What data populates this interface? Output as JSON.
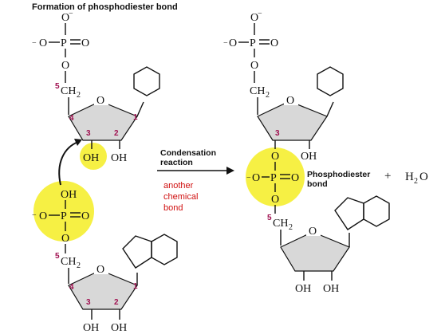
{
  "title": "Formation of phosphodiester bond",
  "left": {
    "top_phosphate": {
      "o_minus_top": "O",
      "minus": "−",
      "o_left": "O",
      "p": "P",
      "o_right": "O",
      "o_bottom": "O"
    },
    "top_sugar": {
      "c5": "5",
      "ch2": "CH",
      "sub2": "2",
      "ring_o": "O",
      "c4": "4",
      "c3": "3",
      "c2": "2",
      "c1": "1",
      "oh3": "OH",
      "oh2": "OH"
    },
    "bottom_phosphate": {
      "oh": "OH",
      "o_left": "O",
      "p": "P",
      "o_right": "O",
      "o_bottom": "O"
    },
    "bottom_sugar": {
      "c5": "5",
      "ch2": "CH",
      "sub2": "2",
      "ring_o": "O",
      "c4": "4",
      "c3": "3",
      "c2": "2",
      "c1": "1",
      "oh3": "OH",
      "oh2": "OH"
    }
  },
  "middle": {
    "reaction_label_1": "Condensation",
    "reaction_label_2": "reaction",
    "red_note_1": "another",
    "red_note_2": "chemical",
    "red_note_3": "bond"
  },
  "right": {
    "top_phosphate": {
      "o_minus_top": "O",
      "o_left": "O",
      "p": "P",
      "o_right": "O",
      "o_bottom": "O"
    },
    "top_sugar": {
      "ch2": "CH",
      "sub2": "2",
      "ring_o": "O",
      "c3": "3",
      "oh2": "OH"
    },
    "link": {
      "o_top": "O",
      "o_left": "O",
      "p": "P",
      "o_right": "O",
      "o_bottom": "O"
    },
    "bond_label_1": "Phosphodiester",
    "bond_label_2": "bond",
    "plus": "+",
    "water": "H",
    "water_sub": "2",
    "water_o": "O",
    "bottom_sugar": {
      "c5": "5",
      "ch2": "CH",
      "sub2": "2",
      "ring_o": "O",
      "oh3": "OH",
      "oh2": "OH"
    }
  },
  "colors": {
    "highlight": "#f5ef3a",
    "sugar_fill": "#d8d8d8",
    "note_red": "#d01010",
    "carbon_number": "#a01050"
  }
}
